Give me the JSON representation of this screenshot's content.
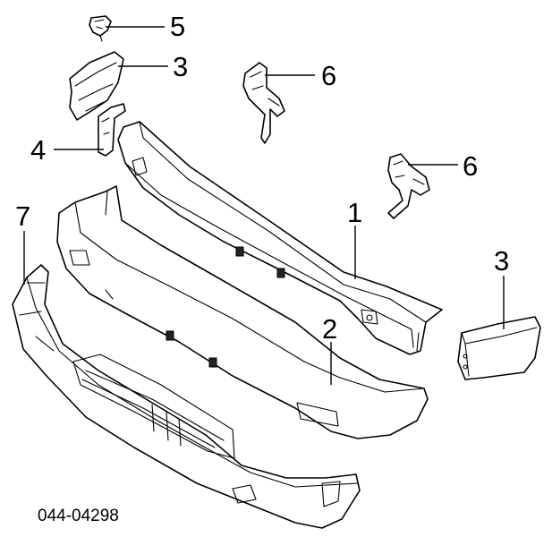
{
  "callouts": {
    "c1": "1",
    "c2": "2",
    "c3_upper": "3",
    "c3_right": "3",
    "c4": "4",
    "c5": "5",
    "c6_upper": "6",
    "c6_lower": "6",
    "c7": "7"
  },
  "diagram_code": "044-04298"
}
